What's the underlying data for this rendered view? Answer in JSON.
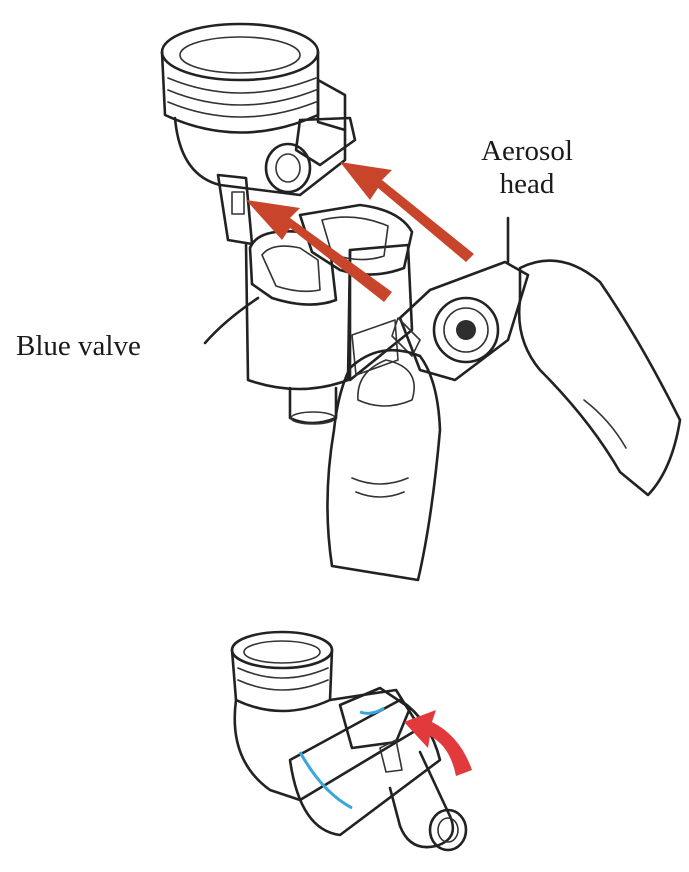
{
  "labels": {
    "aerosol_head_line1": "Aerosol",
    "aerosol_head_line2": "head",
    "blue_valve": "Blue valve"
  },
  "colors": {
    "arrow": "#c8452c",
    "arrow_small": "#e23a3c",
    "valve_blue": "#2e64b2",
    "valve_blue_dark": "#1f4c92",
    "device_body": "#f4f4f4",
    "skin": "#fbe8df",
    "accent_stripe": "#3aa6dc",
    "aerosol_grey": "#5a5a5a"
  }
}
